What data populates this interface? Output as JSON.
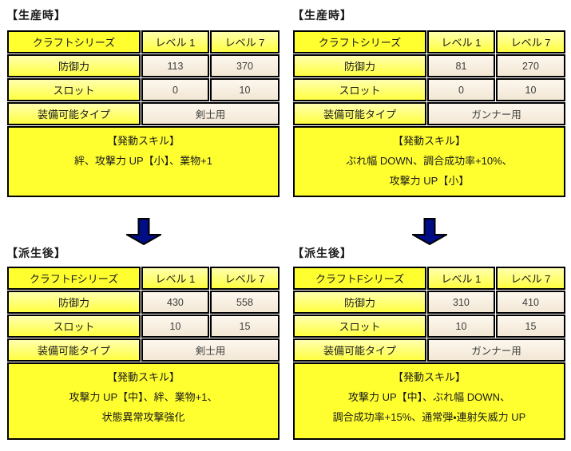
{
  "colors": {
    "page_bg": "#ffffff",
    "bright_yellow": "#ffff30",
    "light_yellow_top": "#ffffae",
    "light_yellow_bottom": "#ffff42",
    "cream_top": "#fcf7ee",
    "cream_bottom": "#f3e7d5",
    "border_black": "#000000",
    "arrow_navy": "#000d85"
  },
  "icons": {
    "arrow": "down-arrow-icon"
  },
  "quadrants": [
    {
      "title": "【生産時】",
      "table": {
        "series_label": "クラフトシリーズ",
        "level_headers": [
          "レベル 1",
          "レベル 7"
        ],
        "stat_rows": [
          {
            "label": "防御力",
            "lv1": "113",
            "lv7": "370"
          },
          {
            "label": "スロット",
            "lv1": "0",
            "lv7": "10"
          }
        ],
        "type_row": {
          "label": "装備可能タイプ",
          "value": "剣士用"
        },
        "skill": {
          "title": "【発動スキル】",
          "lines": [
            "絆、攻撃力 UP【小】、業物+1"
          ]
        }
      }
    },
    {
      "title": "【生産時】",
      "table": {
        "series_label": "クラフトシリーズ",
        "level_headers": [
          "レベル 1",
          "レベル 7"
        ],
        "stat_rows": [
          {
            "label": "防御力",
            "lv1": "81",
            "lv7": "270"
          },
          {
            "label": "スロット",
            "lv1": "0",
            "lv7": "10"
          }
        ],
        "type_row": {
          "label": "装備可能タイプ",
          "value": "ガンナー用"
        },
        "skill": {
          "title": "【発動スキル】",
          "lines": [
            "ぶれ幅 DOWN、調合成功率+10%、",
            "攻撃力 UP【小】"
          ]
        }
      }
    },
    {
      "title": "【派生後】",
      "table": {
        "series_label": "クラフトFシリーズ",
        "level_headers": [
          "レベル 1",
          "レベル 7"
        ],
        "stat_rows": [
          {
            "label": "防御力",
            "lv1": "430",
            "lv7": "558"
          },
          {
            "label": "スロット",
            "lv1": "10",
            "lv7": "15"
          }
        ],
        "type_row": {
          "label": "装備可能タイプ",
          "value": "剣士用"
        },
        "skill": {
          "title": "【発動スキル】",
          "lines": [
            "攻撃力 UP【中】、絆、業物+1、",
            "状態異常攻撃強化"
          ]
        }
      }
    },
    {
      "title": "【派生後】",
      "table": {
        "series_label": "クラフトFシリーズ",
        "level_headers": [
          "レベル 1",
          "レベル 7"
        ],
        "stat_rows": [
          {
            "label": "防御力",
            "lv1": "310",
            "lv7": "410"
          },
          {
            "label": "スロット",
            "lv1": "10",
            "lv7": "15"
          }
        ],
        "type_row": {
          "label": "装備可能タイプ",
          "value": "ガンナー用"
        },
        "skill": {
          "title": "【発動スキル】",
          "lines": [
            "攻撃力 UP【中】、ぶれ幅 DOWN、",
            "調合成功率+15%、通常弾・連射矢威力 UP"
          ]
        }
      }
    }
  ]
}
